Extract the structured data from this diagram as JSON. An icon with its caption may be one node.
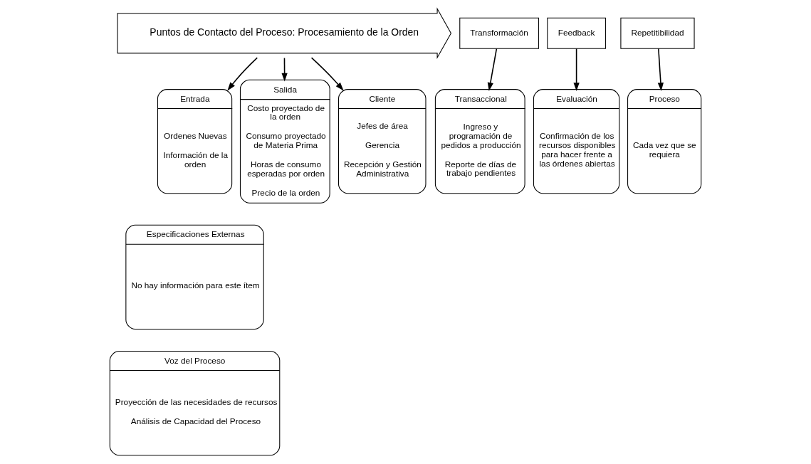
{
  "diagram": {
    "nodes": [
      {
        "text": [
          "Puntos de Contacto del Proceso: Procesamiento de la Orden"
        ]
      },
      {
        "text": [
          "Transformación"
        ]
      },
      {
        "text": [
          "Feedback"
        ]
      },
      {
        "text": [
          "Repetitibilidad"
        ]
      },
      {
        "text": [
          "Entrada",
          "Ordenes Nuevas",
          "Información de la orden"
        ]
      },
      {
        "text": [
          "Salida",
          "Costo proyectado de la orden",
          "Consumo proyectado de Materia Prima",
          "Horas de consumo esperadas por orden",
          "Precio de la orden"
        ]
      },
      {
        "text": [
          "Cliente",
          "Jefes de área",
          "Gerencia",
          "Recepción y Gestión Administrativa"
        ]
      },
      {
        "text": [
          "Transaccional",
          "Ingreso y programación de pedidos a producción",
          "Reporte de días de trabajo pendientes"
        ]
      },
      {
        "text": [
          "Evaluación",
          "Confirmación de los recursos disponibles para hacer frente a las órdenes abiertas"
        ]
      },
      {
        "text": [
          "Proceso",
          "Cada vez que se requiera"
        ]
      },
      {
        "text": [
          "Especificaciones Externas",
          "No hay información para este ítem"
        ]
      },
      {
        "text": [
          "Voz del Proceso",
          "Proyección de las necesidades de recursos",
          "Análisis de Capacidad del Proceso"
        ]
      }
    ],
    "edges": [
      {
        "from": 0,
        "to": 4,
        "arrow": "to"
      },
      {
        "from": 0,
        "to": 5,
        "arrow": "to"
      },
      {
        "from": 0,
        "to": 6,
        "arrow": "to"
      },
      {
        "from": 1,
        "to": 7,
        "arrow": "to"
      },
      {
        "from": 2,
        "to": 8,
        "arrow": "to"
      },
      {
        "from": 3,
        "to": 9,
        "arrow": "to"
      }
    ]
  }
}
